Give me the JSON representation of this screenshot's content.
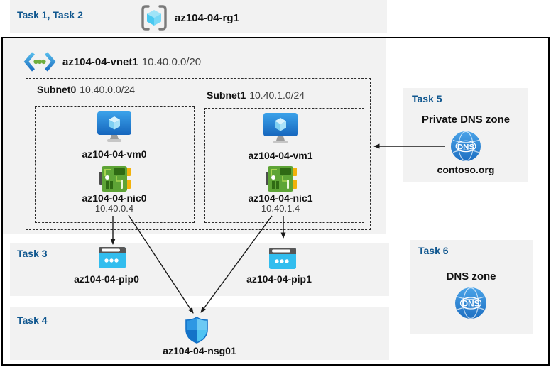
{
  "colors": {
    "band_bg": "#f2f2f2",
    "task_label_blue": "#10578f",
    "muted_text": "#404040",
    "vm_blue": "#1f7fd1",
    "nic_green": "#5ea436",
    "pip_cyan": "#32bdee",
    "nsg_blue": "#1372c8",
    "dns_blue": "#2f86d2"
  },
  "top_band": {
    "task_label": "Task 1, Task 2",
    "resource_group": "az104-04-rg1"
  },
  "vnet": {
    "name": "az104-04-vnet1",
    "cidr": "10.40.0.0/20",
    "subnets": [
      {
        "name": "Subnet0",
        "cidr": "10.40.0.0/24",
        "vm": "az104-04-vm0",
        "nic": "az104-04-nic0",
        "ip": "10.40.0.4"
      },
      {
        "name": "Subnet1",
        "cidr": "10.40.1.0/24",
        "vm": "az104-04-vm1",
        "nic": "az104-04-nic1",
        "ip": "10.40.1.4"
      }
    ]
  },
  "task3": {
    "label": "Task 3",
    "pip0": "az104-04-pip0",
    "pip1": "az104-04-pip1"
  },
  "task4": {
    "label": "Task 4",
    "nsg": "az104-04-nsg01"
  },
  "task5": {
    "label": "Task 5",
    "title": "Private DNS zone",
    "dns_text": "DNS",
    "zone": "contoso.org"
  },
  "task6": {
    "label": "Task 6",
    "title": "DNS zone",
    "dns_text": "DNS"
  }
}
